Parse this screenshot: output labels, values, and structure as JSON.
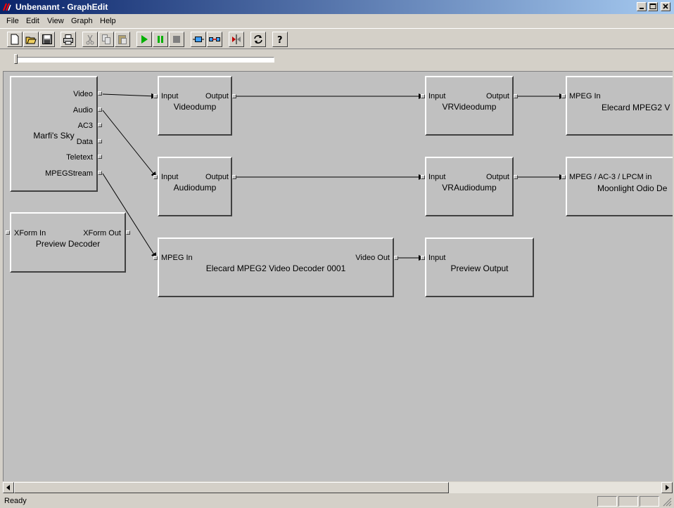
{
  "window": {
    "title": "Unbenannt - GraphEdit"
  },
  "menu": [
    "File",
    "Edit",
    "View",
    "Graph",
    "Help"
  ],
  "toolbar": [
    "new-icon",
    "open-icon",
    "save-icon",
    "print-icon",
    "cut-icon",
    "copy-icon",
    "paste-icon",
    "play-icon",
    "pause-icon",
    "stop-icon",
    "seek-icon",
    "render-icon",
    "rotate-icon",
    "refresh-icon",
    "help-icon"
  ],
  "filters": {
    "marfis": {
      "name": "Marfi's Sky",
      "pins": [
        "Video",
        "Audio",
        "AC3",
        "Data",
        "Teletext",
        "MPEGStream"
      ]
    },
    "preview_decoder": {
      "name": "Preview Decoder",
      "in": "XForm In",
      "out": "XForm Out"
    },
    "videodump": {
      "name": "Videodump",
      "in": "Input",
      "out": "Output"
    },
    "audiodump": {
      "name": "Audiodump",
      "in": "Input",
      "out": "Output"
    },
    "elecard_decoder": {
      "name": "Elecard MPEG2 Video Decoder 0001",
      "in": "MPEG In",
      "out": "Video Out"
    },
    "vrvideodump": {
      "name": "VRVideodump",
      "in": "Input",
      "out": "Output"
    },
    "vraudiodump": {
      "name": "VRAudiodump",
      "in": "Input",
      "out": "Output"
    },
    "preview_output": {
      "name": "Preview Output",
      "in": "Input"
    },
    "elecard_right": {
      "name": "Elecard MPEG2 V",
      "in": "MPEG In"
    },
    "moonlight": {
      "name": "Moonlight Odio De",
      "in": "MPEG / AC-3 / LPCM in"
    }
  },
  "status": {
    "text": "Ready"
  },
  "colors": {
    "canvas": "#c0c0c0",
    "chrome": "#d4d0c8",
    "title_start": "#0a246a",
    "title_end": "#a6caf0"
  }
}
